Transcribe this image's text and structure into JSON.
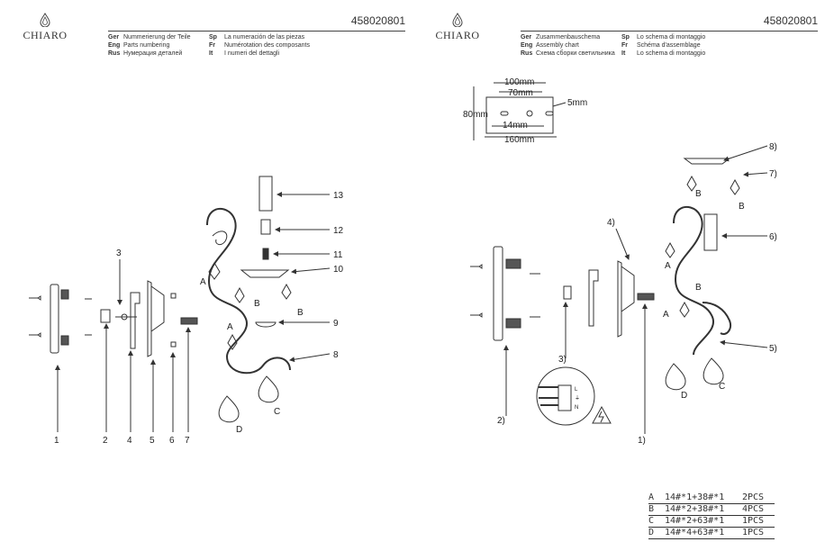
{
  "brand": "CHIARO",
  "left": {
    "code": "458020801",
    "header": [
      {
        "code": "Ger",
        "text": "Nummerierung der Teile",
        "code2": "Sp",
        "text2": "La numeración de las piezas"
      },
      {
        "code": "Eng",
        "text": "Parts numbering",
        "code2": "Fr",
        "text2": "Numérotation des composants"
      },
      {
        "code": "Rus",
        "text": "Нумерация деталей",
        "code2": "It",
        "text2": "I numeri del dettagli"
      }
    ],
    "callouts_bottom": [
      "1",
      "2",
      "4",
      "5",
      "6",
      "7"
    ],
    "callout_3": "3",
    "callouts_right": [
      "13",
      "12",
      "11",
      "10",
      "9",
      "8"
    ],
    "letters": [
      "A",
      "B",
      "A",
      "B",
      "D",
      "C"
    ]
  },
  "right": {
    "code": "458020801",
    "header": [
      {
        "code": "Ger",
        "text": "Zusammenbauschema",
        "code2": "Sp",
        "text2": "Lo schema di montaggio"
      },
      {
        "code": "Eng",
        "text": "Assembly chart",
        "code2": "Fr",
        "text2": "Schéma d'assemblage"
      },
      {
        "code": "Rus",
        "text": "Схема сборки светильника",
        "code2": "It",
        "text2": "Lo schema di montaggio"
      }
    ],
    "dimensions": {
      "d100": "100mm",
      "d70": "70mm",
      "d5": "5mm",
      "d80": "80mm",
      "d14": "14mm",
      "d160": "160mm"
    },
    "callouts": [
      "8)",
      "7)",
      "6)",
      "5)",
      "4)",
      "3)",
      "2)",
      "1)"
    ],
    "letters": [
      "B",
      "B",
      "A",
      "B",
      "A",
      "C",
      "D"
    ],
    "wiring": [
      "L",
      "⏚",
      "N"
    ],
    "parts_table": [
      {
        "letter": "A",
        "spec": "14#*1+38#*1",
        "qty": "2PCS"
      },
      {
        "letter": "B",
        "spec": "14#*2+38#*1",
        "qty": "4PCS"
      },
      {
        "letter": "C",
        "spec": "14#*2+63#*1",
        "qty": "1PCS"
      },
      {
        "letter": "D",
        "spec": "14#*4+63#*1",
        "qty": "1PCS"
      }
    ]
  }
}
